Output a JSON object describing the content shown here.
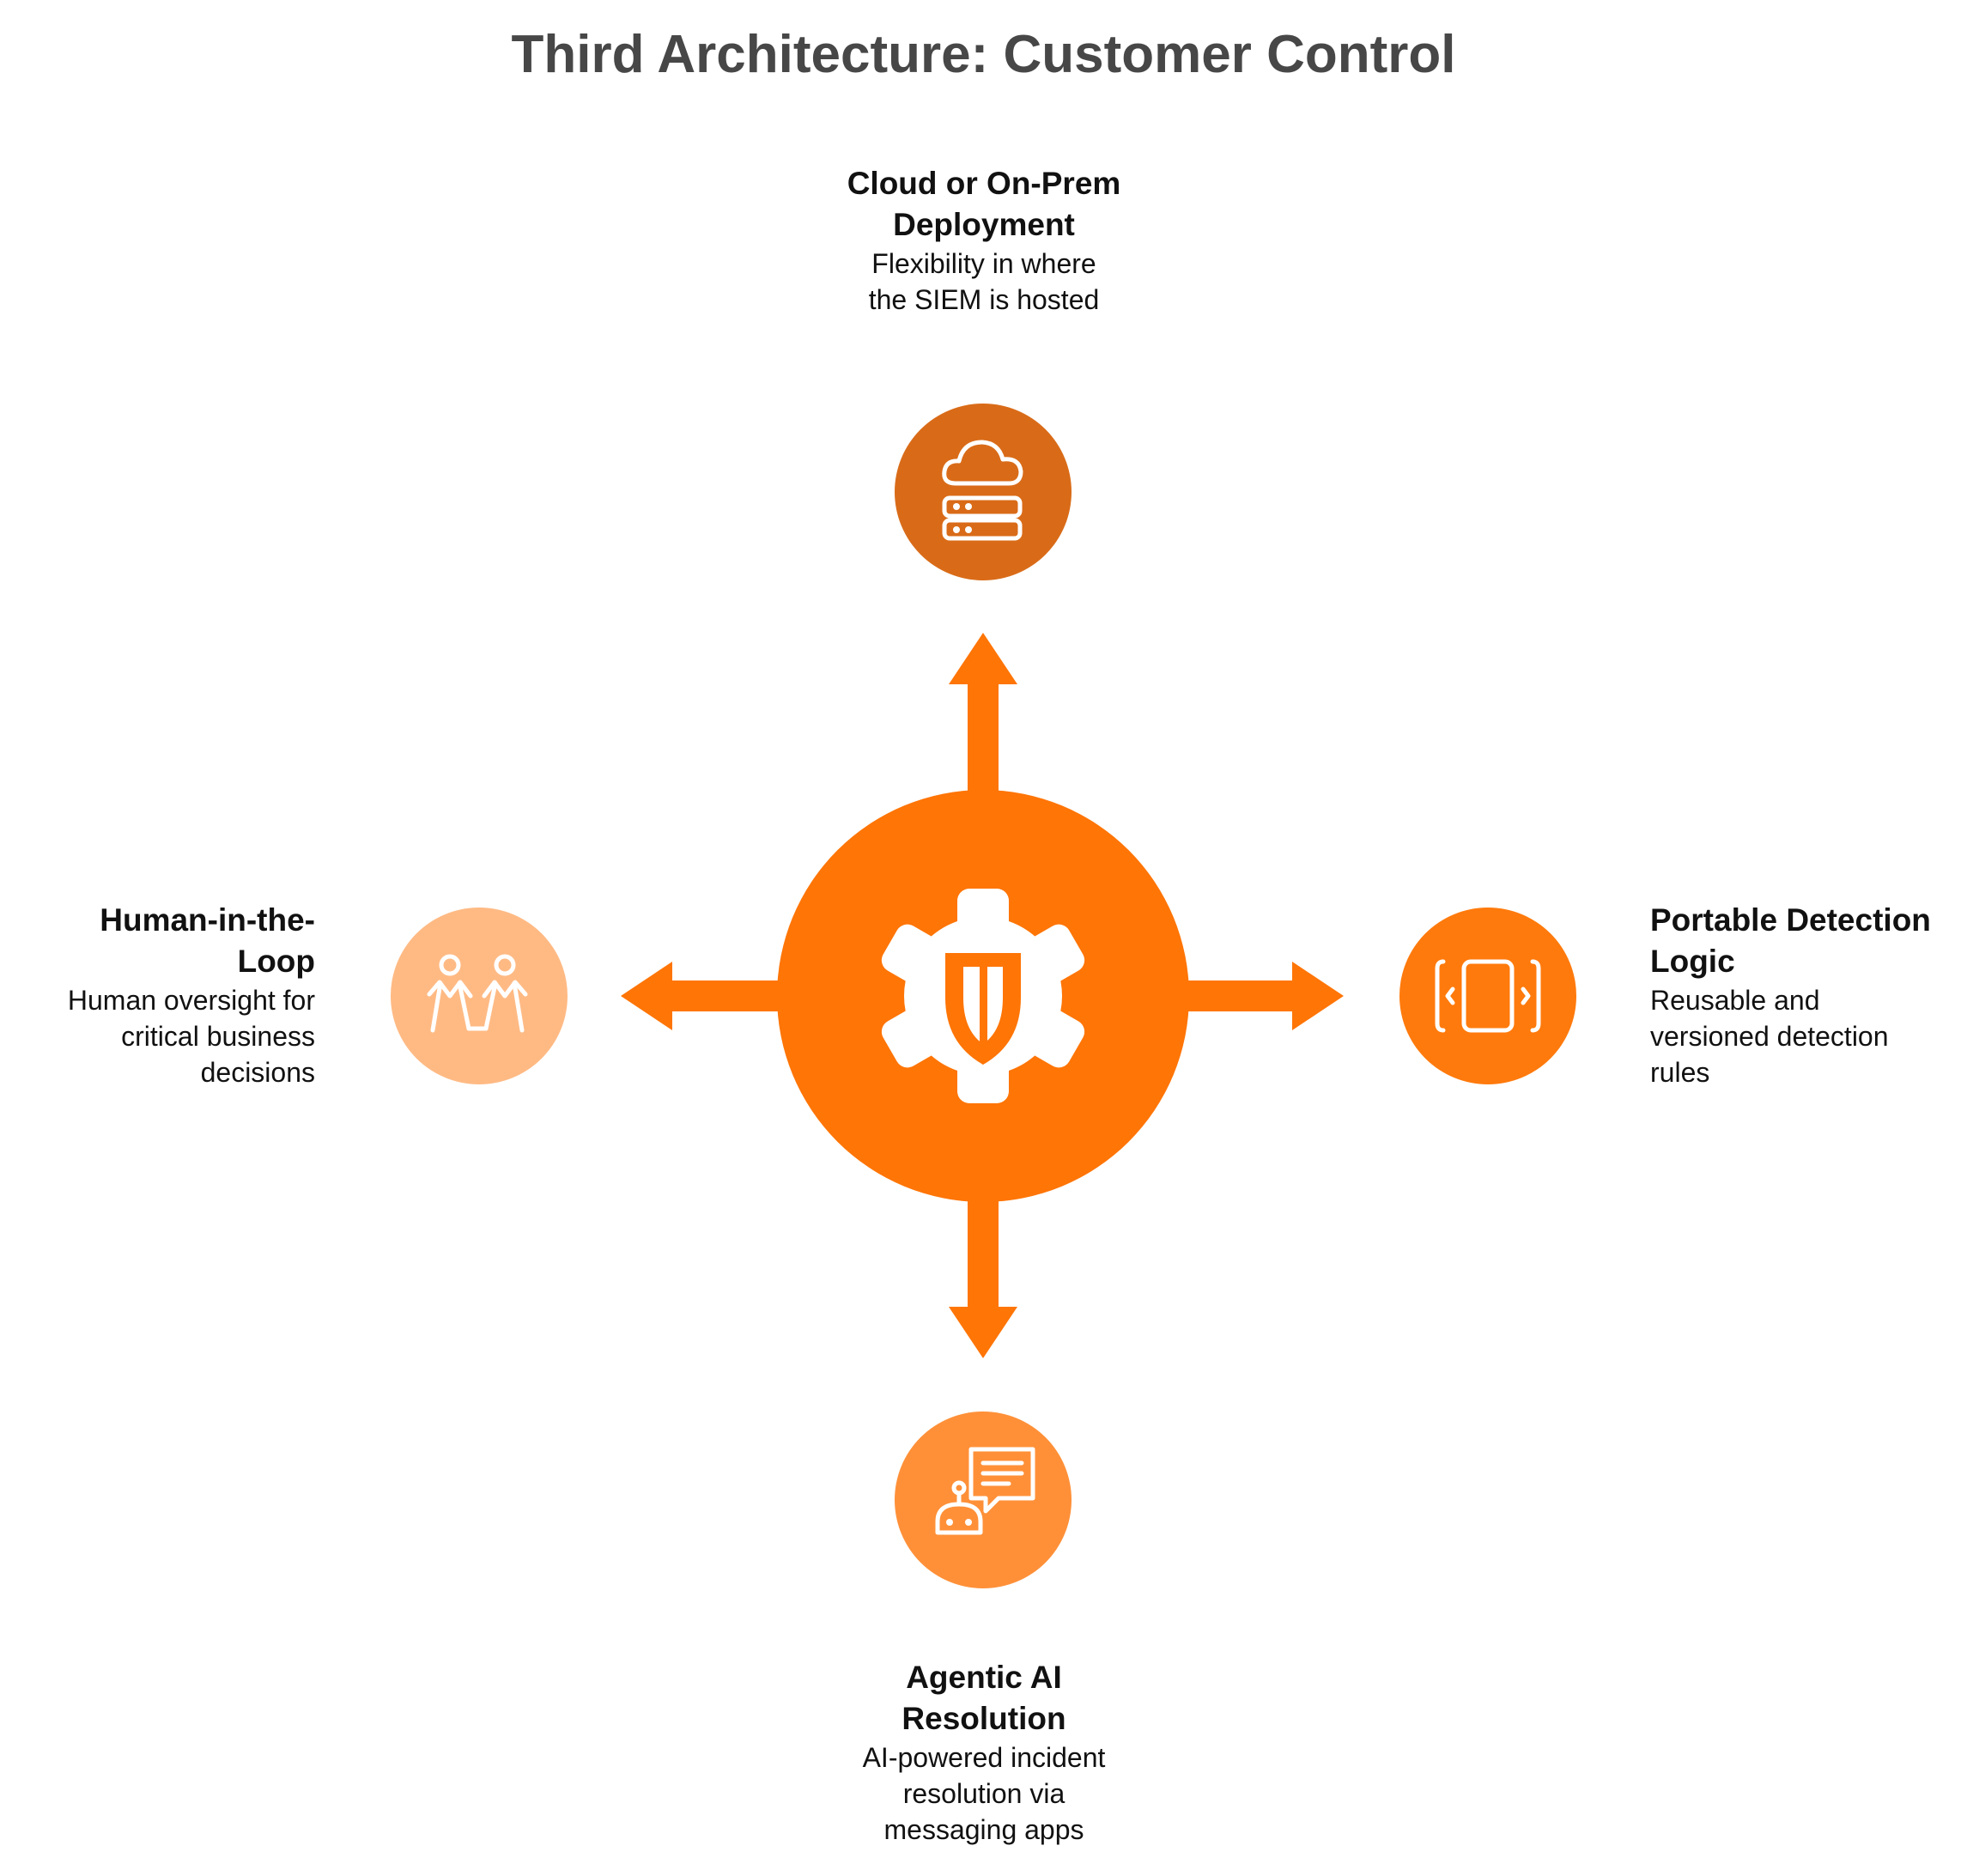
{
  "title": "Third Architecture: Customer Control",
  "colors": {
    "center": "#FF7506",
    "arrow": "#FF7506",
    "top_node": "#D96B18",
    "right_node": "#FF7A0C",
    "bottom_node": "#FF9038",
    "left_node": "#FFBA84",
    "icon_stroke": "#FFFFFF"
  },
  "center": {
    "icon": "gear-shield-icon"
  },
  "nodes": {
    "top": {
      "icon": "cloud-server-icon",
      "heading": "Cloud or On-Prem\nDeployment",
      "description": "Flexibility in where\nthe SIEM is hosted"
    },
    "right": {
      "icon": "tablet-code-icon",
      "heading": "Portable Detection\nLogic",
      "description": "Reusable and\nversioned detection\nrules"
    },
    "bottom": {
      "icon": "robot-chat-icon",
      "heading": "Agentic AI\nResolution",
      "description": "AI-powered incident\nresolution via\nmessaging apps"
    },
    "left": {
      "icon": "two-people-icon",
      "heading": "Human-in-the-\nLoop",
      "description": "Human oversight for\ncritical business\ndecisions"
    }
  }
}
